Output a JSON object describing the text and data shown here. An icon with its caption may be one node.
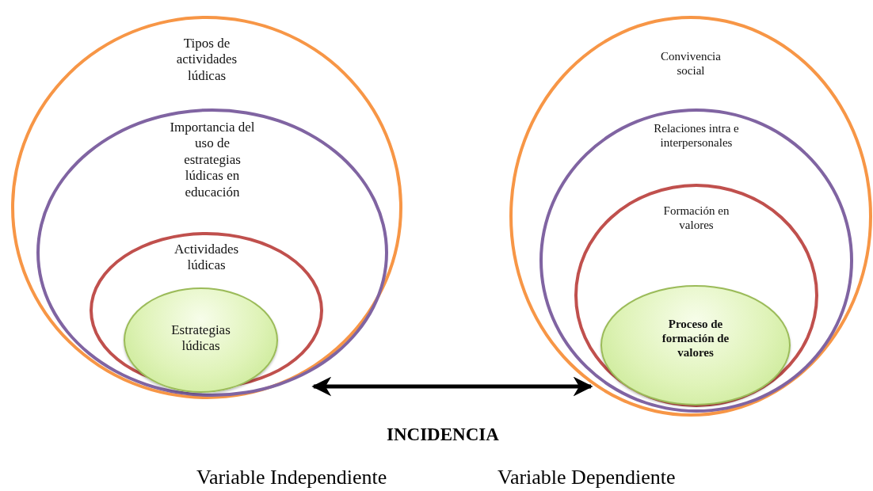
{
  "diagram": {
    "nodes": [
      {
        "text": [
          "Tipos de actividades lúdicas"
        ]
      },
      {
        "text": [
          "Importancia del uso de estrategias lúdicas en educación"
        ],
        "in": 0
      },
      {
        "text": [
          "Actividades lúdicas"
        ],
        "in": 1
      },
      {
        "text": [
          "Estrategias lúdicas"
        ],
        "in": 2
      },
      {
        "text": [
          "Convivencia social"
        ]
      },
      {
        "text": [
          "Relaciones intra e interpersonales"
        ],
        "in": 4
      },
      {
        "text": [
          "Formación en valores"
        ],
        "in": 5
      },
      {
        "text": [
          "Proceso de formación de valores"
        ],
        "in": 6
      }
    ],
    "edges": [
      {
        "from": 0,
        "to": 4,
        "arrow": "both"
      }
    ],
    "labels": [
      "INCIDENCIA",
      "Variable Independiente",
      "Variable Dependiente"
    ]
  }
}
